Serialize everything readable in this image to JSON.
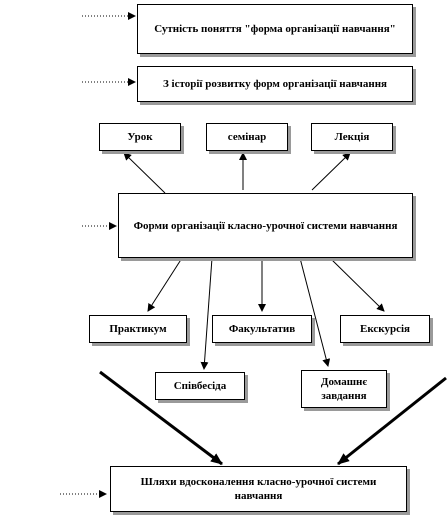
{
  "nodes": {
    "essence": "Сутність поняття \"форма організації навчання\"",
    "history": "З історії розвитку форм організації навчання",
    "lesson": "Урок",
    "seminar": "семінар",
    "lecture": "Лекція",
    "forms": "Форми організації класно-урочної системи навчання",
    "practicum": "Практикум",
    "elective": "Факультатив",
    "excursion": "Екскурсія",
    "interview": "Співбесіда",
    "homework": "Домашнє завдання",
    "ways": "Шляхи вдосконалення класно-урочної системи навчання"
  },
  "colors": {
    "line": "#000000",
    "shadow": "#9a9a9a",
    "background": "#ffffff"
  }
}
